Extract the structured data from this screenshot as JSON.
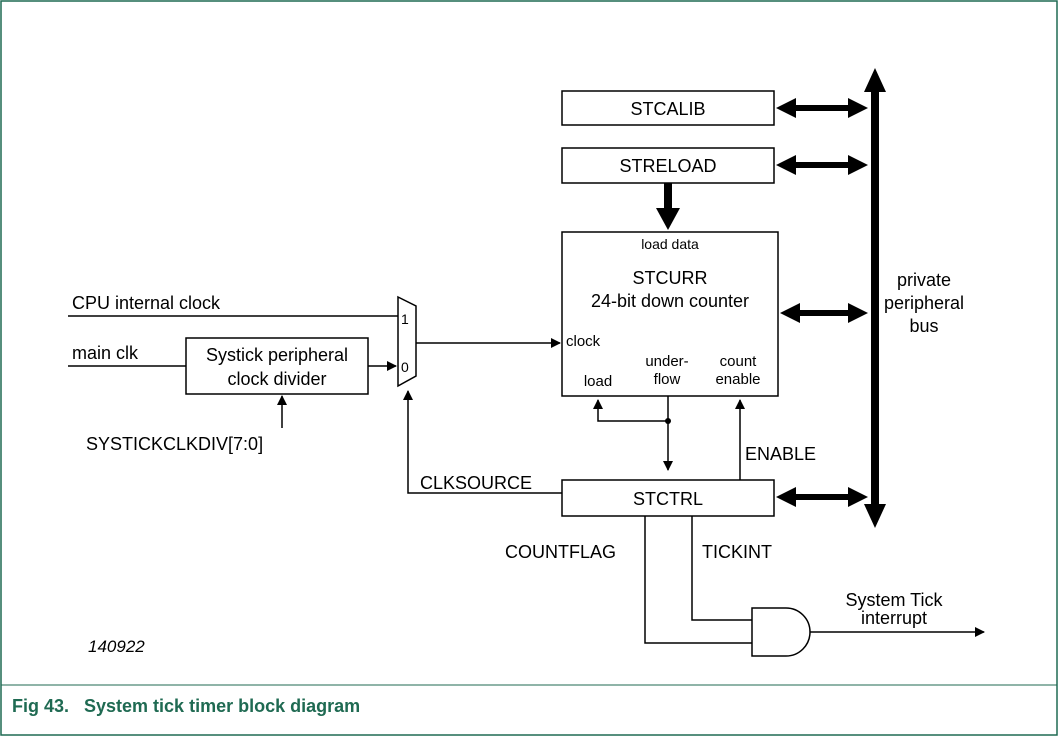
{
  "blocks": {
    "stcalib": "STCALIB",
    "streload": "STRELOAD",
    "stcurr_load_data": "load data",
    "stcurr_title": "STCURR",
    "stcurr_subtitle": "24-bit down counter",
    "stcurr_clock": "clock",
    "stcurr_load": "load",
    "stcurr_underflow_1": "under-",
    "stcurr_underflow_2": "flow",
    "stcurr_count_1": "count",
    "stcurr_count_2": "enable",
    "stctrl": "STCTRL",
    "divider_line1": "Systick peripheral",
    "divider_line2": "clock divider"
  },
  "signals": {
    "cpu_clock": "CPU internal clock",
    "main_clk": "main clk",
    "clkdiv": "SYSTICKCLKDIV[7:0]",
    "clksource": "CLKSOURCE",
    "enable": "ENABLE",
    "countflag": "COUNTFLAG",
    "tickint": "TICKINT",
    "mux_in1": "1",
    "mux_in0": "0",
    "output_line1": "System Tick",
    "output_line2": "interrupt"
  },
  "bus": {
    "line1": "private",
    "line2": "peripheral",
    "line3": "bus"
  },
  "figure": {
    "id": "140922",
    "caption": "Fig 43.   System tick timer block diagram"
  },
  "colors": {
    "frame_border": "#1f6a52",
    "caption": "#1f6a52"
  }
}
